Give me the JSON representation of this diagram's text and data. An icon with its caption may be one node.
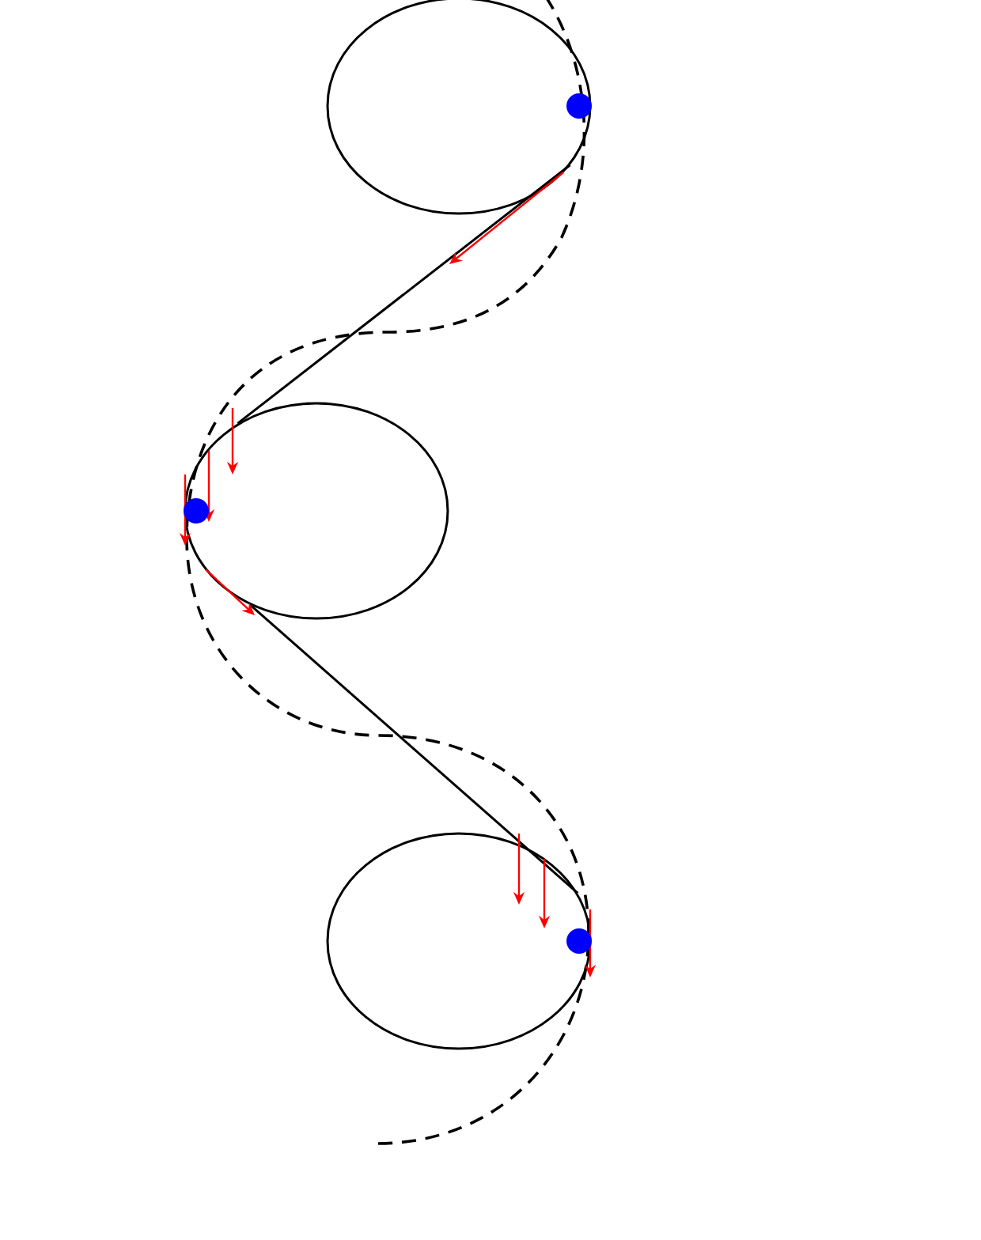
{
  "diagram": {
    "nodes": [
      {
        "text": [],
        "shape": "ellipse"
      },
      {
        "text": [],
        "shape": "ellipse"
      },
      {
        "text": [],
        "shape": "ellipse"
      }
    ],
    "edges": [
      {
        "from": 0,
        "to": 1,
        "arrow": "none"
      },
      {
        "from": 1,
        "to": 2,
        "arrow": "none"
      }
    ]
  }
}
